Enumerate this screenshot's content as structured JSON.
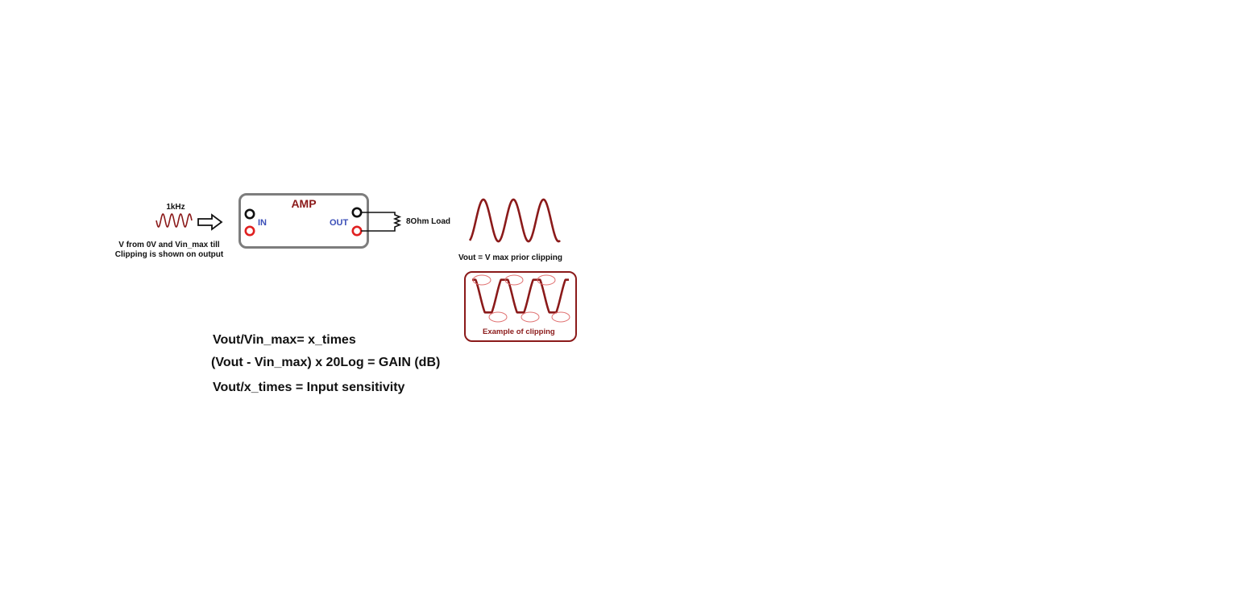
{
  "source": {
    "frequency_label": "1kHz",
    "description_line1": "V from 0V and Vin_max till",
    "description_line2": "Clipping is shown on output"
  },
  "amp": {
    "title": "AMP",
    "in_label": "IN",
    "out_label": "OUT",
    "load_label": "8Ohm Load"
  },
  "output": {
    "caption": "Vout = V max prior clipping",
    "clipping_caption": "Example of clipping"
  },
  "formulas": [
    "Vout/Vin_max= x_times",
    "(Vout - Vin_max) x 20Log = GAIN (dB)",
    "Vout/x_times = Input sensitivity"
  ],
  "colors": {
    "wave": "#8b1a1a",
    "amp_border": "#7d7d7d",
    "port_label": "#3b4fb8",
    "terminal_black": "#111111",
    "terminal_red": "#e02020"
  }
}
